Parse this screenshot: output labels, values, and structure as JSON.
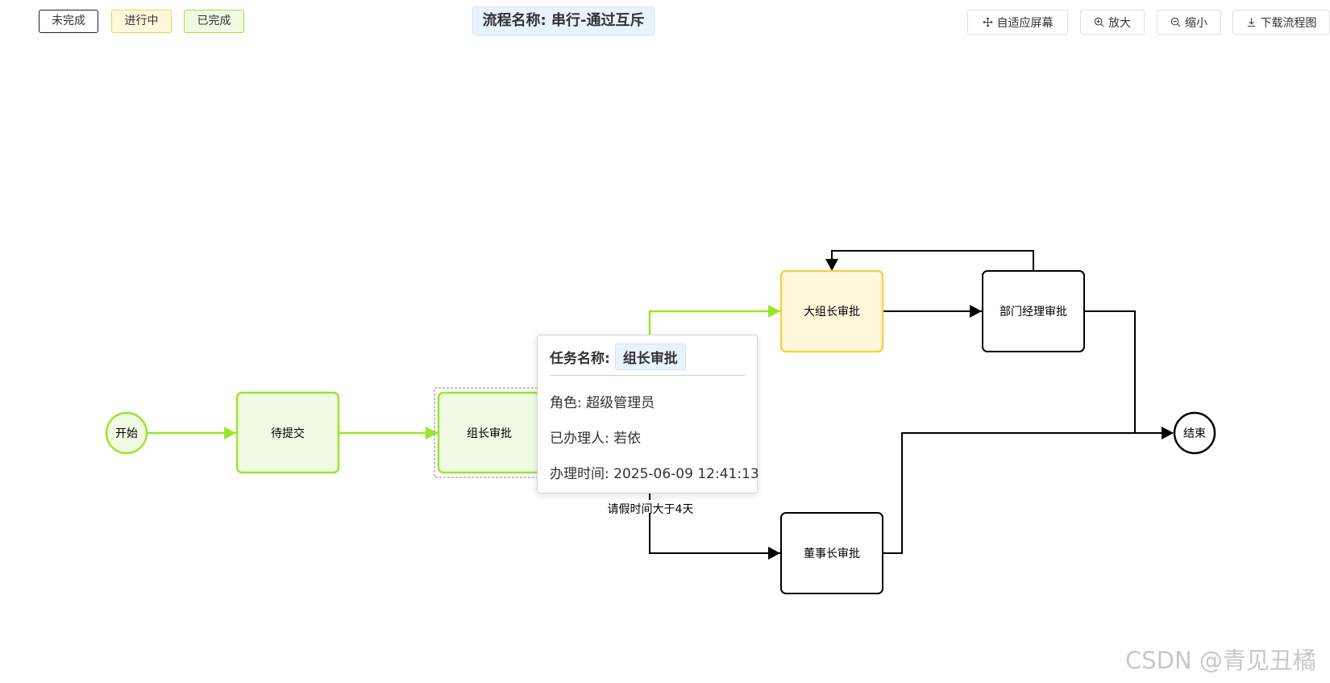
{
  "legend": {
    "pending": "未完成",
    "active": "进行中",
    "done": "已完成"
  },
  "title": "流程名称: 串行-通过互斥",
  "toolbar": {
    "fit": "自适应屏幕",
    "zoom_in": "放大",
    "zoom_out": "缩小",
    "download": "下载流程图"
  },
  "nodes": {
    "start": "开始",
    "submit": "待提交",
    "group_leader": "组长审批",
    "big_group_leader": "大组长审批",
    "dept_manager": "部门经理审批",
    "chairman": "董事长审批",
    "end": "结束"
  },
  "edges": {
    "condition_label": "请假时间大于4天"
  },
  "tooltip": {
    "task_label": "任务名称:",
    "task_name": "组长审批",
    "role": "角色: 超级管理员",
    "handler": "已办理人: 若依",
    "time": "办理时间: 2025-06-09 12:41:13"
  },
  "watermark": "CSDN @青见丑橘",
  "colors": {
    "done": "#9ae62c",
    "done_fill": "#f1fbe3",
    "active": "#f5d24a",
    "active_fill": "#fff8dc",
    "pending": "#000000"
  }
}
